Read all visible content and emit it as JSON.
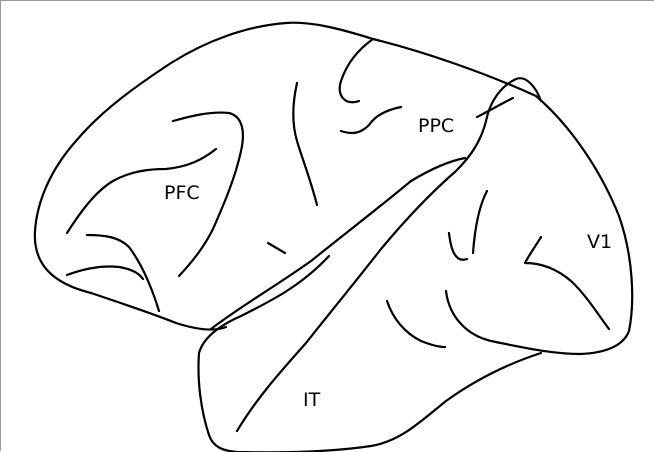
{
  "diagram": {
    "labels": {
      "pfc": "PFC",
      "ppc": "PPC",
      "v1": "V1",
      "it": "IT"
    },
    "colors": {
      "line": "#000000",
      "background": "#ffffff",
      "frame": "#9a9a9a"
    }
  }
}
